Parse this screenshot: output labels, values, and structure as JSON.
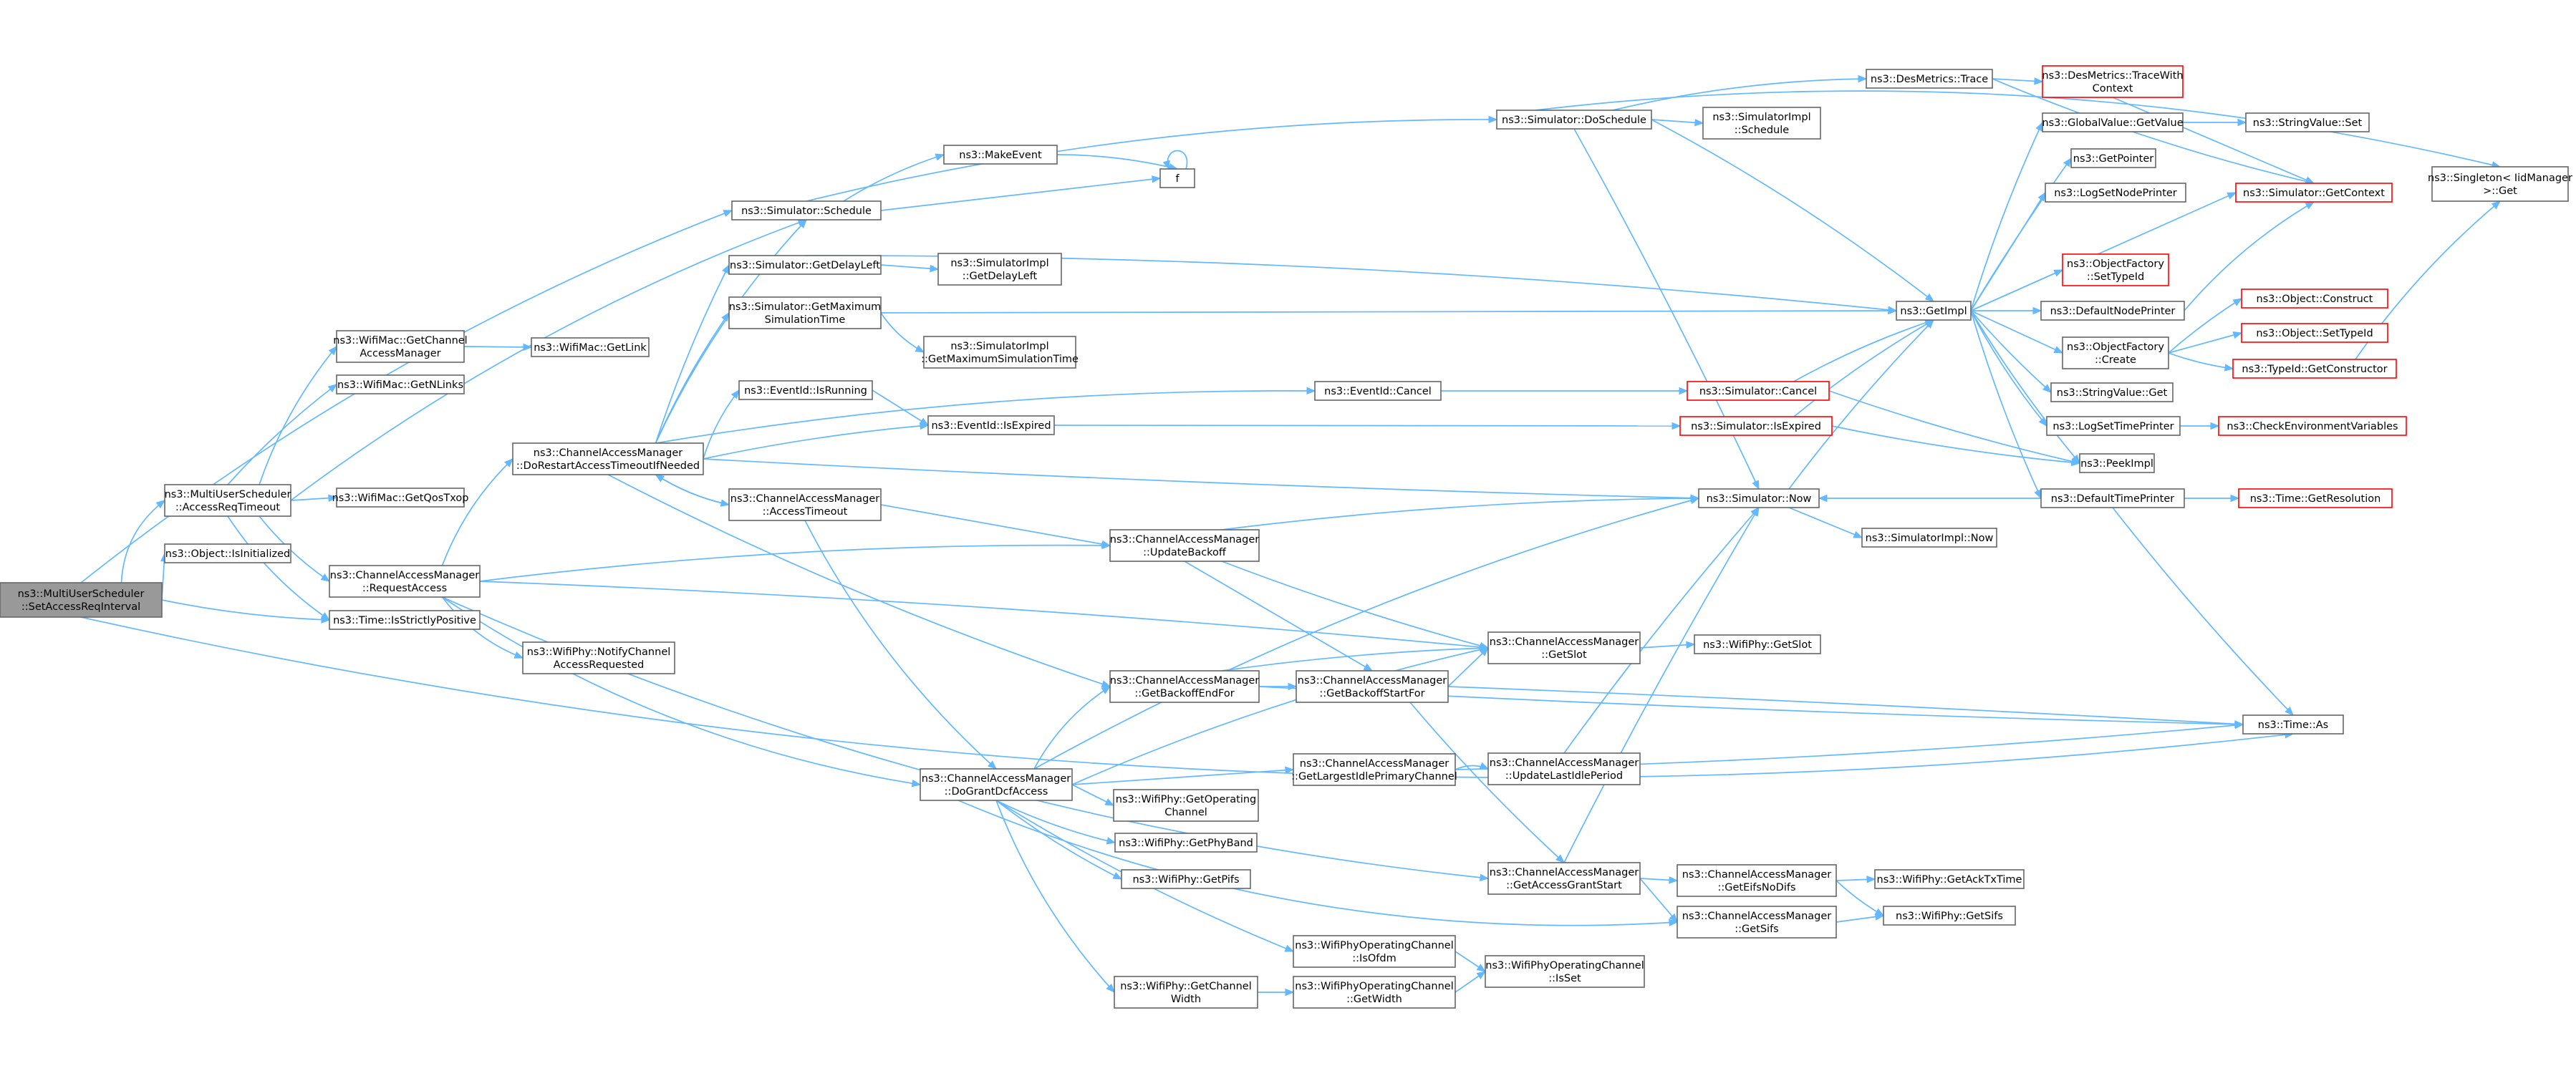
{
  "colors": {
    "edge": "#63b8ff",
    "node_fill": "#ffffff",
    "node_stroke": "#666666",
    "truncated_stroke": "#ff0000",
    "root_fill": "#999999",
    "text": "#000000"
  },
  "nodes": [
    {
      "id": "root",
      "lines": [
        "ns3::MultiUserScheduler",
        "::SetAccessReqInterval"
      ],
      "kind": "root"
    },
    {
      "id": "aqto",
      "lines": [
        "ns3::MultiUserScheduler",
        "::AccessReqTimeout"
      ]
    },
    {
      "id": "objinit",
      "lines": [
        "ns3::Object::IsInitialized"
      ]
    },
    {
      "id": "strict",
      "lines": [
        "ns3::Time::IsStrictlyPositive"
      ]
    },
    {
      "id": "getcam",
      "lines": [
        "ns3::WifiMac::GetChannel",
        "AccessManager"
      ]
    },
    {
      "id": "getnlinks",
      "lines": [
        "ns3::WifiMac::GetNLinks"
      ]
    },
    {
      "id": "getqos",
      "lines": [
        "ns3::WifiMac::GetQosTxop"
      ]
    },
    {
      "id": "getlink",
      "lines": [
        "ns3::WifiMac::GetLink"
      ]
    },
    {
      "id": "reqacc",
      "lines": [
        "ns3::ChannelAccessManager",
        "::RequestAccess"
      ]
    },
    {
      "id": "notify",
      "lines": [
        "ns3::WifiPhy::NotifyChannel",
        "AccessRequested"
      ]
    },
    {
      "id": "schedule",
      "lines": [
        "ns3::Simulator::Schedule"
      ]
    },
    {
      "id": "getdelay",
      "lines": [
        "ns3::Simulator::GetDelayLeft"
      ]
    },
    {
      "id": "getmax",
      "lines": [
        "ns3::Simulator::GetMaximum",
        "SimulationTime"
      ]
    },
    {
      "id": "isrun",
      "lines": [
        "ns3::EventId::IsRunning"
      ]
    },
    {
      "id": "dorestart",
      "lines": [
        "ns3::ChannelAccessManager",
        "::DoRestartAccessTimeoutIfNeeded"
      ]
    },
    {
      "id": "acctimeout",
      "lines": [
        "ns3::ChannelAccessManager",
        "::AccessTimeout"
      ]
    },
    {
      "id": "dogrant",
      "lines": [
        "ns3::ChannelAccessManager",
        "::DoGrantDcfAccess"
      ]
    },
    {
      "id": "makeevent",
      "lines": [
        "ns3::MakeEvent"
      ]
    },
    {
      "id": "f",
      "lines": [
        "f"
      ]
    },
    {
      "id": "implgetdelay",
      "lines": [
        "ns3::SimulatorImpl",
        "::GetDelayLeft"
      ]
    },
    {
      "id": "implgetmax",
      "lines": [
        "ns3::SimulatorImpl",
        "::GetMaximumSimulationTime"
      ]
    },
    {
      "id": "isexp",
      "lines": [
        "ns3::EventId::IsExpired"
      ]
    },
    {
      "id": "updback",
      "lines": [
        "ns3::ChannelAccessManager",
        "::UpdateBackoff"
      ]
    },
    {
      "id": "backend",
      "lines": [
        "ns3::ChannelAccessManager",
        "::GetBackoffEndFor"
      ]
    },
    {
      "id": "getopch",
      "lines": [
        "ns3::WifiPhy::GetOperating",
        "Channel"
      ]
    },
    {
      "id": "getband",
      "lines": [
        "ns3::WifiPhy::GetPhyBand"
      ]
    },
    {
      "id": "getpifs",
      "lines": [
        "ns3::WifiPhy::GetPifs"
      ]
    },
    {
      "id": "getchw",
      "lines": [
        "ns3::WifiPhy::GetChannel",
        "Width"
      ]
    },
    {
      "id": "doschedule",
      "lines": [
        "ns3::Simulator::DoSchedule"
      ]
    },
    {
      "id": "evcancel",
      "lines": [
        "ns3::EventId::Cancel"
      ]
    },
    {
      "id": "backstart",
      "lines": [
        "ns3::ChannelAccessManager",
        "::GetBackoffStartFor"
      ]
    },
    {
      "id": "largest",
      "lines": [
        "ns3::ChannelAccessManager",
        "::GetLargestIdlePrimaryChannel"
      ]
    },
    {
      "id": "isofdm",
      "lines": [
        "ns3::WifiPhyOperatingChannel",
        "::IsOfdm"
      ]
    },
    {
      "id": "getwidth",
      "lines": [
        "ns3::WifiPhyOperatingChannel",
        "::GetWidth"
      ]
    },
    {
      "id": "implsched",
      "lines": [
        "ns3::SimulatorImpl",
        "::Schedule"
      ]
    },
    {
      "id": "getslot",
      "lines": [
        "ns3::ChannelAccessManager",
        "::GetSlot"
      ]
    },
    {
      "id": "updidle",
      "lines": [
        "ns3::ChannelAccessManager",
        "::UpdateLastIdlePeriod"
      ]
    },
    {
      "id": "grantstart",
      "lines": [
        "ns3::ChannelAccessManager",
        "::GetAccessGrantStart"
      ]
    },
    {
      "id": "isset",
      "lines": [
        "ns3::WifiPhyOperatingChannel",
        "::IsSet"
      ]
    },
    {
      "id": "now",
      "lines": [
        "ns3::Simulator::Now"
      ]
    },
    {
      "id": "destrace",
      "lines": [
        "ns3::DesMetrics::Trace"
      ]
    },
    {
      "id": "implnow",
      "lines": [
        "ns3::SimulatorImpl::Now"
      ]
    },
    {
      "id": "phygetslot",
      "lines": [
        "ns3::WifiPhy::GetSlot"
      ]
    },
    {
      "id": "eifsnodifs",
      "lines": [
        "ns3::ChannelAccessManager",
        "::GetEifsNoDifs"
      ]
    },
    {
      "id": "getsifscam",
      "lines": [
        "ns3::ChannelAccessManager",
        "::GetSifs"
      ]
    },
    {
      "id": "simcancel",
      "lines": [
        "ns3::Simulator::Cancel"
      ],
      "kind": "truncated"
    },
    {
      "id": "simisexp",
      "lines": [
        "ns3::Simulator::IsExpired"
      ],
      "kind": "truncated"
    },
    {
      "id": "tracewith",
      "lines": [
        "ns3::DesMetrics::TraceWith",
        "Context"
      ],
      "kind": "truncated"
    },
    {
      "id": "getimpl",
      "lines": [
        "ns3::GetImpl"
      ]
    },
    {
      "id": "acktx",
      "lines": [
        "ns3::WifiPhy::GetAckTxTime"
      ]
    },
    {
      "id": "physifs",
      "lines": [
        "ns3::WifiPhy::GetSifs"
      ]
    },
    {
      "id": "gvget",
      "lines": [
        "ns3::GlobalValue::GetValue"
      ]
    },
    {
      "id": "getpointer",
      "lines": [
        "ns3::GetPointer"
      ]
    },
    {
      "id": "lognode",
      "lines": [
        "ns3::LogSetNodePrinter"
      ]
    },
    {
      "id": "ofsettid",
      "lines": [
        "ns3::ObjectFactory",
        "::SetTypeId"
      ],
      "kind": "truncated"
    },
    {
      "id": "defnode",
      "lines": [
        "ns3::DefaultNodePrinter"
      ]
    },
    {
      "id": "ofcreate",
      "lines": [
        "ns3::ObjectFactory",
        "::Create"
      ]
    },
    {
      "id": "svget",
      "lines": [
        "ns3::StringValue::Get"
      ]
    },
    {
      "id": "logtime",
      "lines": [
        "ns3::LogSetTimePrinter"
      ]
    },
    {
      "id": "peek",
      "lines": [
        "ns3::PeekImpl"
      ]
    },
    {
      "id": "deftime",
      "lines": [
        "ns3::DefaultTimePrinter"
      ]
    },
    {
      "id": "svset",
      "lines": [
        "ns3::StringValue::Set"
      ]
    },
    {
      "id": "getctx",
      "lines": [
        "ns3::Simulator::GetContext"
      ],
      "kind": "truncated"
    },
    {
      "id": "objcons",
      "lines": [
        "ns3::Object::Construct"
      ],
      "kind": "truncated"
    },
    {
      "id": "objsettid",
      "lines": [
        "ns3::Object::SetTypeId"
      ],
      "kind": "truncated"
    },
    {
      "id": "getcons",
      "lines": [
        "ns3::TypeId::GetConstructor"
      ],
      "kind": "truncated"
    },
    {
      "id": "checkenv",
      "lines": [
        "ns3::CheckEnvironmentVariables"
      ],
      "kind": "truncated"
    },
    {
      "id": "getres",
      "lines": [
        "ns3::Time::GetResolution"
      ],
      "kind": "truncated"
    },
    {
      "id": "singleton",
      "lines": [
        "ns3::Singleton< IidManager",
        ">::Get"
      ]
    },
    {
      "id": "timeas",
      "lines": [
        "ns3::Time::As"
      ]
    }
  ]
}
